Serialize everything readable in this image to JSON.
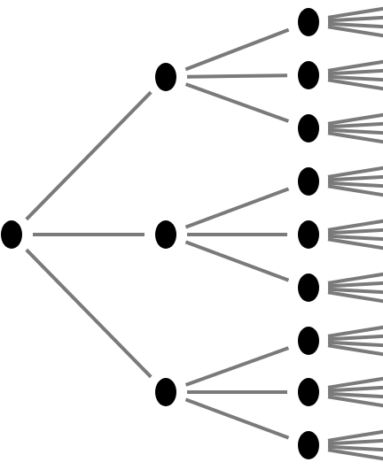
{
  "colors": {
    "node": "#000000",
    "edge": "#7a7a7a",
    "background": "#ffffff"
  },
  "tree": {
    "levels": 4,
    "branching_factor": 3,
    "leaf_edges_per_node": 4,
    "node_count_per_level": [
      1,
      3,
      9
    ],
    "text_labels": []
  }
}
